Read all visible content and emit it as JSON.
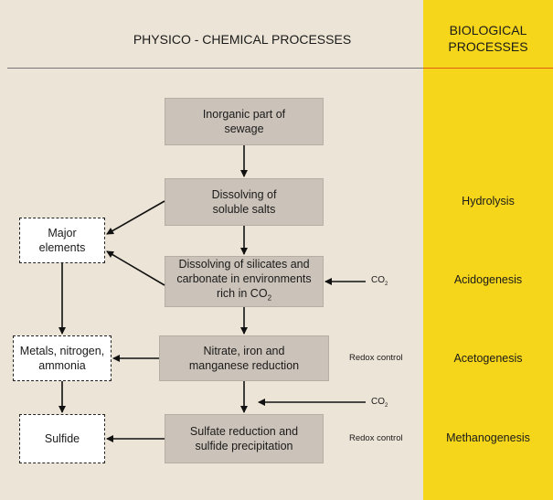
{
  "headers": {
    "physico": "PHYSICO - CHEMICAL PROCESSES",
    "biological": "BIOLOGICAL\nPROCESSES"
  },
  "process_boxes": {
    "inorganic": "Inorganic part of\nsewage",
    "dissolving_salts": "Dissolving of\nsoluble salts",
    "dissolving_silicates_main": "Dissolving of silicates and\ncarbonate in environments\nrich in CO",
    "dissolving_silicates_sub": "2",
    "nitrate": "Nitrate, iron and\nmanganese reduction",
    "sulfate": "Sulfate reduction and\nsulfide precipitation"
  },
  "product_boxes": {
    "major": "Major\nelements",
    "metals": "Metals, nitrogen,\nammonia",
    "sulfide": "Sulfide"
  },
  "side_labels": {
    "co2_a": "CO",
    "co2_a_sub": "2",
    "co2_b": "CO",
    "co2_b_sub": "2",
    "redox_a": "Redox control",
    "redox_b": "Redox control"
  },
  "biological_stages": [
    "Hydrolysis",
    "Acidogenesis",
    "Acetogenesis",
    "Methanogenesis"
  ]
}
